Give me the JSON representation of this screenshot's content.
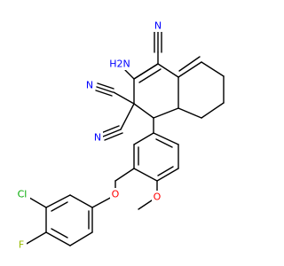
{
  "structure": {
    "colors": {
      "bond": "#000000",
      "nitrile_nitrogen": "#0000ff",
      "amino_nitrogen": "#0000ff",
      "oxygen": "#ff0000",
      "chlorine": "#00aa00",
      "fluorine": "#99bb00"
    },
    "atoms": {
      "nitrile_top": {
        "text": "N",
        "color": "nitrile_nitrogen"
      },
      "amine": {
        "text": "H2N",
        "color": "amino_nitrogen"
      },
      "nitrile_left_upper": {
        "text": "N",
        "color": "nitrile_nitrogen"
      },
      "nitrile_left_lower": {
        "text": "N",
        "color": "nitrile_nitrogen"
      },
      "ether_oxygen": {
        "text": "O",
        "color": "oxygen"
      },
      "methoxy_oxygen": {
        "text": "O",
        "color": "oxygen"
      },
      "chlorine": {
        "text": "Cl",
        "color": "chlorine"
      },
      "fluorine": {
        "text": "F",
        "color": "fluorine"
      }
    }
  }
}
